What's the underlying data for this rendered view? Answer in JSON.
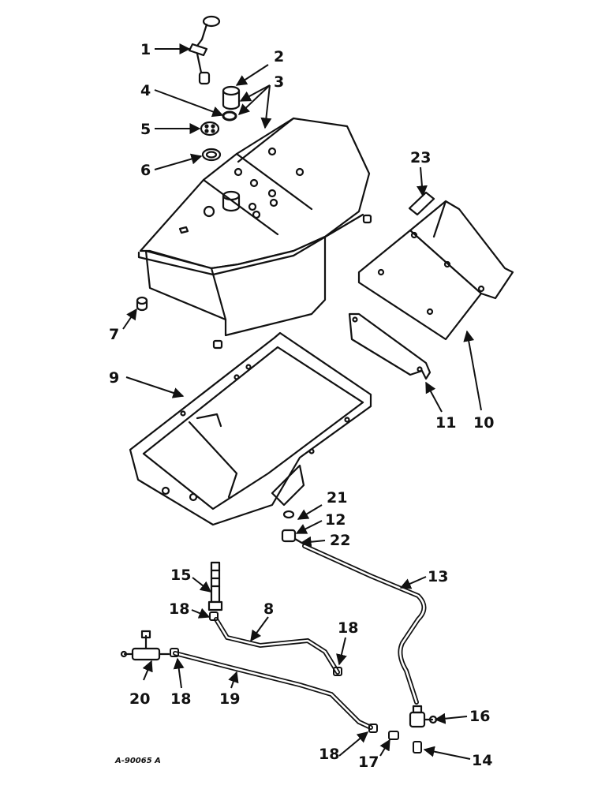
{
  "drawing_number": "A-90065 A",
  "callouts": [
    {
      "id": "1",
      "label": "1"
    },
    {
      "id": "2",
      "label": "2"
    },
    {
      "id": "3",
      "label": "3"
    },
    {
      "id": "4",
      "label": "4"
    },
    {
      "id": "5",
      "label": "5"
    },
    {
      "id": "6",
      "label": "6"
    },
    {
      "id": "7",
      "label": "7"
    },
    {
      "id": "8",
      "label": "8"
    },
    {
      "id": "9",
      "label": "9"
    },
    {
      "id": "10",
      "label": "10"
    },
    {
      "id": "11",
      "label": "11"
    },
    {
      "id": "12",
      "label": "12"
    },
    {
      "id": "13",
      "label": "13"
    },
    {
      "id": "14",
      "label": "14"
    },
    {
      "id": "15",
      "label": "15"
    },
    {
      "id": "16",
      "label": "16"
    },
    {
      "id": "17",
      "label": "17"
    },
    {
      "id": "18a",
      "label": "18"
    },
    {
      "id": "18b",
      "label": "18"
    },
    {
      "id": "18c",
      "label": "18"
    },
    {
      "id": "18d",
      "label": "18"
    },
    {
      "id": "19",
      "label": "19"
    },
    {
      "id": "20",
      "label": "20"
    },
    {
      "id": "21",
      "label": "21"
    },
    {
      "id": "22",
      "label": "22"
    },
    {
      "id": "23",
      "label": "23"
    }
  ]
}
